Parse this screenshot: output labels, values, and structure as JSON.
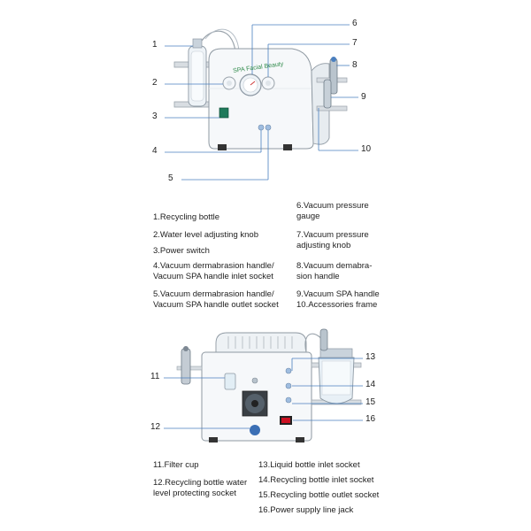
{
  "device": {
    "brand_text": "SPA Facial Beauty"
  },
  "front_callouts": [
    "1",
    "2",
    "3",
    "4",
    "5",
    "6",
    "7",
    "8",
    "9",
    "10"
  ],
  "back_callouts": [
    "11",
    "12",
    "13",
    "14",
    "15",
    "16"
  ],
  "legend_front_left": [
    "1.Recycling bottle",
    "2.Water level adjusting knob",
    "3.Power switch",
    "4.Vacuum dermabrasion handle/",
    "Vacuum SPA handle inlet socket",
    "5.Vacuum dermabrasion handle/",
    "Vacuum SPA handle outlet socket"
  ],
  "legend_front_right": [
    "6.Vacuum pressure",
    "gauge",
    "7.Vacuum pressure",
    "adjusting knob",
    "8.Vacuum demabra-",
    "sion handle",
    "9.Vacuum SPA handle",
    "10.Accessories frame"
  ],
  "legend_back_left": [
    "11.Filter cup",
    "12.Recycling bottle water",
    "level protecting socket"
  ],
  "legend_back_right": [
    "13.Liquid bottle inlet socket",
    "14.Recycling bottle inlet socket",
    "15.Recycling bottle outlet socket",
    "16.Power supply line jack"
  ]
}
